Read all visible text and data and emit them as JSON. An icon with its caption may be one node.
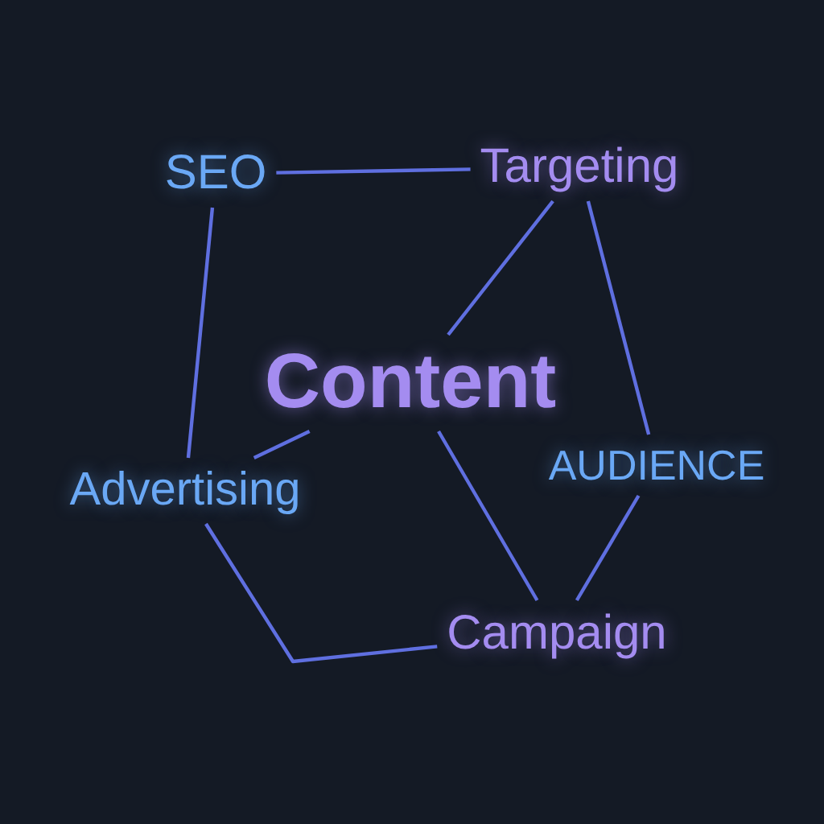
{
  "diagram": {
    "nodes": [
      {
        "text": [
          "SEO"
        ]
      },
      {
        "text": [
          "Targeting"
        ]
      },
      {
        "text": [
          "Content"
        ]
      },
      {
        "text": [
          "Advertising"
        ]
      },
      {
        "text": [
          "AUDIENCE"
        ]
      },
      {
        "text": [
          "Campaign"
        ]
      }
    ],
    "edges": [
      {
        "from": 0,
        "to": 1,
        "arrow": "none"
      },
      {
        "from": 0,
        "to": 3,
        "arrow": "none"
      },
      {
        "from": 1,
        "to": 2,
        "arrow": "none"
      },
      {
        "from": 1,
        "to": 4,
        "arrow": "none"
      },
      {
        "from": 2,
        "to": 3,
        "arrow": "none"
      },
      {
        "from": 2,
        "to": 5,
        "arrow": "none"
      },
      {
        "from": 4,
        "to": 5,
        "arrow": "none"
      },
      {
        "from": 3,
        "to": 5,
        "arrow": "none"
      }
    ]
  }
}
